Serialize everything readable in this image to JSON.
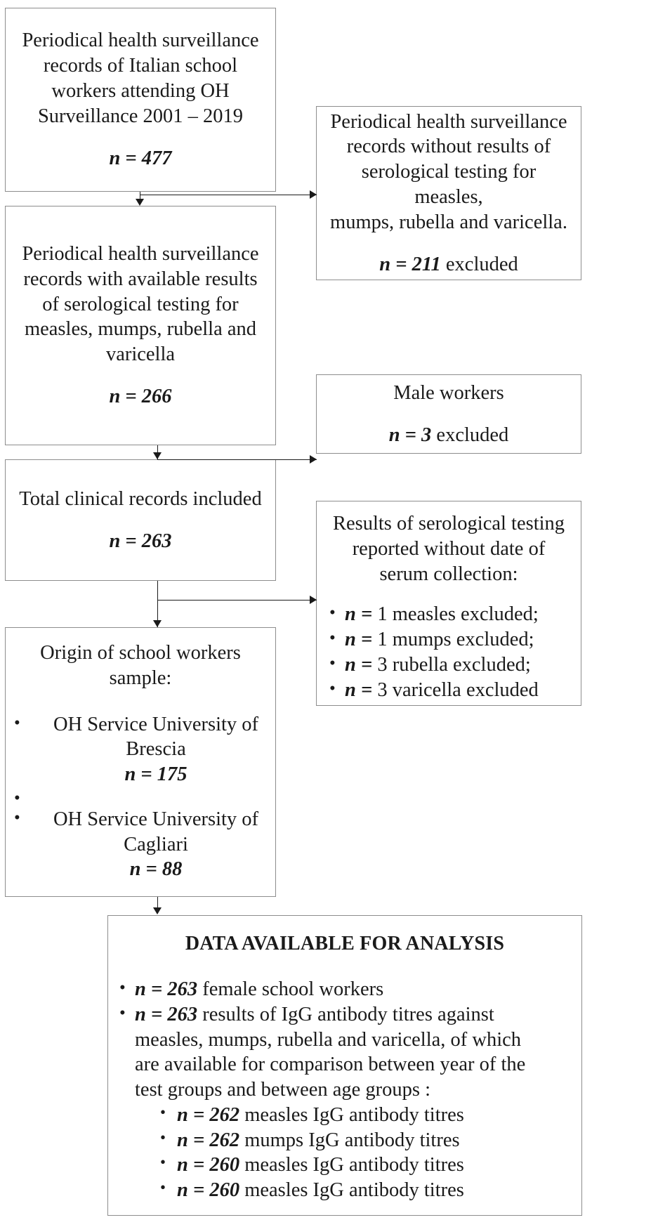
{
  "diagram": {
    "type": "flowchart",
    "title": "Study participant selection flow diagram",
    "nodes": {
      "source_records": {
        "line1": "Periodical health surveillance",
        "line2": "records of Italian school",
        "line3": "workers attending OH",
        "line4": "Surveillance 2001 – 2019",
        "count_label": "n = 477"
      },
      "excluded_no_serology": {
        "line1": "Periodical health surveillance",
        "line2": "records without results of",
        "line3": "serological testing for measles,",
        "line4": "mumps, rubella and varicella.",
        "count_label": "n = 211",
        "count_suffix": "excluded"
      },
      "records_with_serology": {
        "line1": "Periodical health surveillance",
        "line2": "records with available results",
        "line3": "of serological testing for",
        "line4": "measles, mumps, rubella and",
        "line5": "varicella",
        "count_label": "n = 266"
      },
      "excluded_male": {
        "line1": "Male workers",
        "count_label": "n = 3",
        "count_suffix": "excluded"
      },
      "total_included": {
        "line1": "Total clinical records included",
        "count_label": "n = 263"
      },
      "excluded_no_date": {
        "line1": "Results of serological testing",
        "line2": "reported without date of",
        "line3": "serum collection:",
        "bullets": [
          {
            "n": "n =",
            "value": "1",
            "text": "measles excluded;"
          },
          {
            "n": "n =",
            "value": "1",
            "text": "mumps excluded;"
          },
          {
            "n": "n =",
            "value": "3",
            "text": "rubella excluded;"
          },
          {
            "n": "n =",
            "value": "3",
            "text": "varicella excluded"
          }
        ]
      },
      "origin_sample": {
        "line1": "Origin of school workers",
        "line2": "sample:",
        "bullets": [
          {
            "text_line1": "OH Service University of",
            "text_line2": "Brescia",
            "count_label": "n = 175"
          },
          {
            "text_line1": "OH Service University of",
            "text_line2": "Cagliari",
            "count_label": "n = 88"
          }
        ]
      },
      "data_available": {
        "heading": "DATA AVAILABLE FOR ANALYSIS",
        "bullet1_n": "n = 263",
        "bullet1_text": "female school workers",
        "bullet2_n": "n = 263",
        "bullet2_text_line1": "results of IgG antibody titres against",
        "bullet2_text_line2": "measles, mumps, rubella and varicella, of which",
        "bullet2_text_line3": "are available for comparison between year of the",
        "bullet2_text_line4": "test groups and between age groups :",
        "sub_bullets": [
          {
            "n": "n = 262",
            "text": "measles IgG antibody titres"
          },
          {
            "n": "n = 262",
            "text": "mumps IgG antibody titres"
          },
          {
            "n": "n = 260",
            "text": "measles IgG antibody titres"
          },
          {
            "n": "n = 260",
            "text": "measles IgG antibody titres"
          }
        ]
      }
    },
    "colors": {
      "box_border": "#8d8d8d",
      "connector": "#1a1a1a",
      "text": "#1a1a1a",
      "background": "#ffffff"
    }
  }
}
